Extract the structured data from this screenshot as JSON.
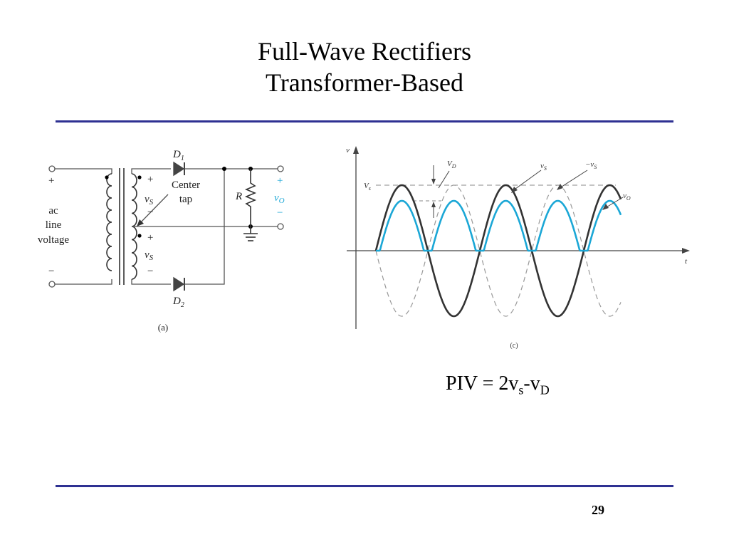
{
  "slide": {
    "title_line1": "Full-Wave Rectifiers",
    "title_line2": "Transformer-Based",
    "page_number": "29",
    "formula": {
      "piv": "PIV = 2v",
      "sub_s": "s",
      "dash": "-v",
      "sub_d": "D"
    }
  },
  "circuit": {
    "caption": "(a)",
    "diode_top": "D",
    "diode_top_sub": "1",
    "diode_bottom": "D",
    "diode_bottom_sub": "2",
    "center_tap_line1": "Center",
    "center_tap_line2": "tap",
    "source_line1": "ac",
    "source_line2": "line",
    "source_line3": "voltage",
    "plus": "+",
    "minus": "−",
    "vs": "v",
    "vs_sub": "S",
    "resistor": "R",
    "vo": "v",
    "vo_sub": "O"
  },
  "waveform": {
    "caption": "(c)",
    "y_axis": "v",
    "x_axis": "t",
    "vs_peak_label": "V",
    "vs_peak_sub": "s",
    "vd_label": "V",
    "vd_sub": "D",
    "vs_label": "v",
    "vs_sub": "S",
    "neg_vs_label": "−v",
    "neg_vs_sub": "S",
    "vo_label": "v",
    "vo_sub": "O",
    "colors": {
      "output": "#1ba7d6",
      "vs": "#333333",
      "neg_vs": "#999999"
    }
  }
}
